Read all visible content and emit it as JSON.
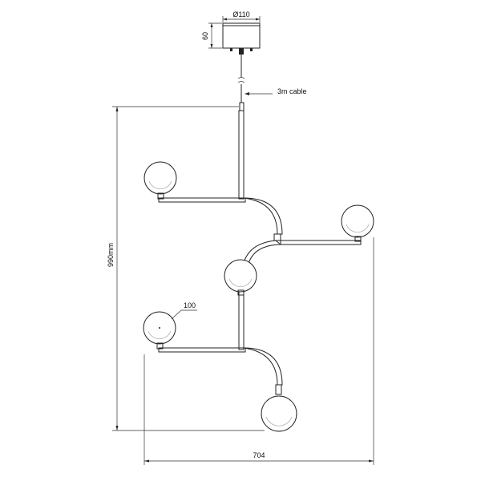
{
  "dimensions": {
    "canopy_diameter": "Ø110",
    "canopy_height": "60",
    "cable_note": "3m cable",
    "total_height": "990mm",
    "total_width": "704",
    "globe_diameter": "100"
  },
  "colors": {
    "line": "#222222",
    "background": "#ffffff"
  }
}
